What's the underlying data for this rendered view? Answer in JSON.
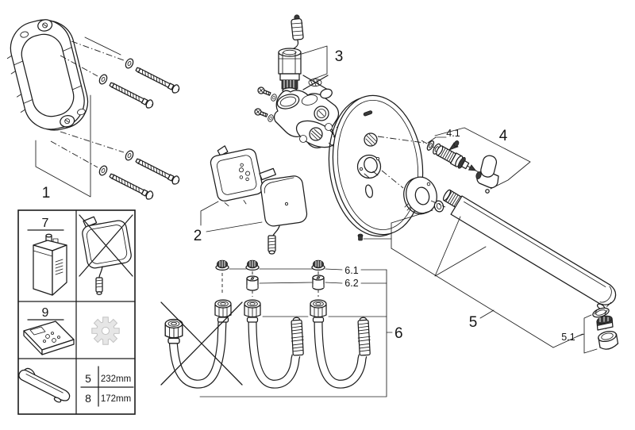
{
  "diagram": {
    "type": "exploded-parts-diagram",
    "callouts": {
      "part1": "1",
      "part2": "2",
      "part3": "3",
      "part4": "4",
      "part4_1": "4.1",
      "part5": "5",
      "part5_1": "5.1",
      "part6": "6",
      "part6_1": "6.1",
      "part6_2": "6.2"
    },
    "legend": {
      "battery_label": "7",
      "remote_label": "9",
      "icons": {
        "row1_left": "battery-pack-icon",
        "row1_right": "crossed-out-cover-icon",
        "row2_left": "remote-control-icon",
        "row2_right": "gear-icon",
        "row3_left": "spout-icon"
      },
      "dim_rows": [
        {
          "part": "5",
          "length": "232mm"
        },
        {
          "part": "8",
          "length": "172mm"
        }
      ]
    },
    "colors": {
      "line": "#1c1c1c",
      "background": "#ffffff",
      "dark_fill": "#3a3a3a",
      "gear_fill": "#e6e6e6",
      "gear_stroke": "#c2c2c2"
    }
  }
}
